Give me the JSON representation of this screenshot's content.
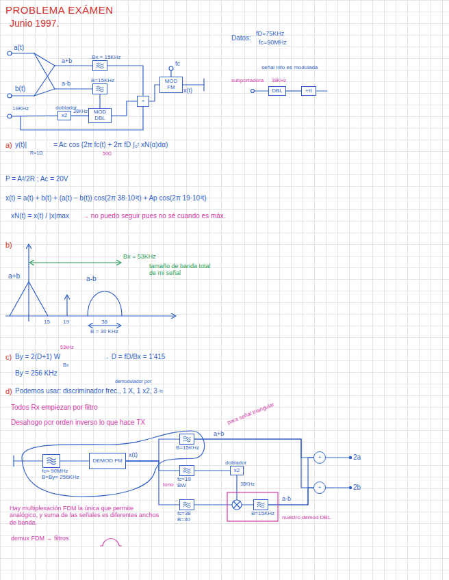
{
  "diagram": {
    "title": "PROBLEMA EXÁMEN",
    "nodes": [
      {
        "text": [
          "Bx = 15KHz"
        ]
      },
      {
        "text": [
          "B=15KHz"
        ]
      },
      {
        "text": [
          "doblador",
          "x2"
        ]
      },
      {
        "text": [
          "MOD DBL"
        ]
      },
      {
        "text": [
          "+"
        ]
      },
      {
        "text": [
          "MOD FM"
        ]
      },
      {
        "text": [
          "DBL"
        ]
      },
      {
        "text": [
          "+π"
        ]
      },
      {
        "text": [
          "fc= 90MHz B=By= 256KHz"
        ]
      },
      {
        "text": [
          "DEMOD FM"
        ]
      },
      {
        "text": [
          "B=15KHz"
        ]
      },
      {
        "text": [
          "fc=19 BW"
        ]
      },
      {
        "text": [
          "doblador",
          "x2"
        ]
      },
      {
        "text": [
          "+"
        ]
      },
      {
        "text": [
          "fc=38 B=30"
        ]
      },
      {
        "text": [
          "B=15KHz"
        ]
      },
      {
        "text": [
          "+"
        ]
      }
    ],
    "edges": [
      {
        "from": 2,
        "to": 3,
        "arrow": "none"
      },
      {
        "from": 1,
        "to": 3,
        "arrow": "none"
      },
      {
        "from": 0,
        "to": 4,
        "arrow": "none"
      },
      {
        "from": 3,
        "to": 4,
        "arrow": "none"
      },
      {
        "from": 4,
        "to": 5,
        "arrow": "none"
      },
      {
        "from": 6,
        "to": 7,
        "arrow": "none"
      },
      {
        "from": 8,
        "to": 9,
        "arrow": "none"
      },
      {
        "from": 9,
        "to": 10,
        "arrow": "none"
      },
      {
        "from": 9,
        "to": 11,
        "arrow": "none"
      },
      {
        "from": 9,
        "to": 14,
        "arrow": "none"
      },
      {
        "from": 11,
        "to": 12,
        "arrow": "none"
      },
      {
        "from": 14,
        "to": 15,
        "arrow": "none"
      },
      {
        "from": 10,
        "to": 13,
        "arrow": "none"
      },
      {
        "from": 10,
        "to": 16,
        "arrow": "none"
      },
      {
        "from": 15,
        "to": 13,
        "arrow": "none"
      },
      {
        "from": 15,
        "to": 16,
        "arrow": "none"
      }
    ],
    "labels": [
      "Junio 1997.",
      "a(t)",
      "b(t)",
      "19KHz",
      "a+b",
      "a-b",
      "38KHz",
      "fc",
      "x(t)",
      "Datos:",
      "fD=75KHz",
      "fc=90MHz",
      "señal info es modulada",
      "subportadora",
      "38KHz",
      "a)",
      "y(t)|",
      "R=1Ω",
      "= Ac cos (2π fc(t) + 2π fD ∫₀ᵗ xN(α)dα)",
      "50Ω",
      "P = A²/2R ; Ac = 20V",
      "x(t) = a(t) + b(t) + (a(t) − b(t)) cos(2π 38·10³t) + Ap cos(2π 19·10³t)",
      "xN(t) = x(t) / |x|max",
      "→ no puedo seguir pues no sé cuando es máx.",
      "b)",
      "Bx = 53KHz",
      "tamaño de banda total de mi señal",
      "a+b",
      "a-b",
      "15",
      "19",
      "38",
      "B = 30 KHz",
      "c)",
      "By = 2(D+1) W",
      "Bx",
      "53kHz",
      "→ D = fD/Bx = 1'415",
      "By = 256 KHz",
      "d)",
      "Podemos usar: discriminador frec., 1 X, 1 x2, 3 ≈",
      "demodulador por",
      "Todos Rx empiezan por filtro",
      "Desahogo por orden inverso lo que hace TX",
      "para señal triangular",
      "x(t)",
      "a+b",
      "tono",
      "38KHz",
      "a-b",
      "nuestro demod DBL",
      "2a",
      "2b",
      "Hay multiplexación FDM la única que permite analógico, y suma de las señales es diferentes anchos de banda.",
      "demux FDM → filtros"
    ]
  }
}
